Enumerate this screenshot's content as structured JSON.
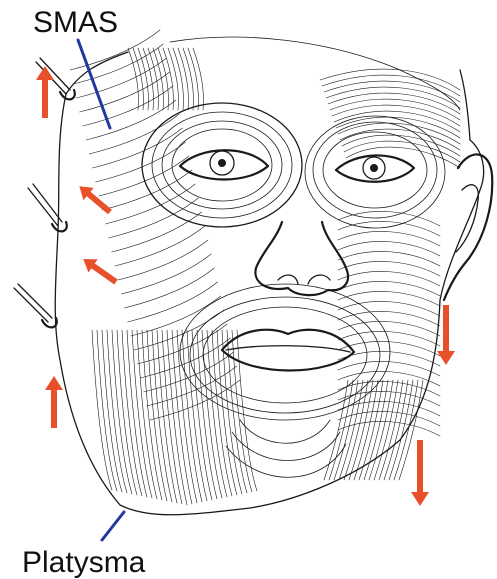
{
  "labels": {
    "smas": "SMAS",
    "platysma": "Platysma"
  },
  "colors": {
    "arrow": "#e8502a",
    "pointer": "#1f3a9c",
    "ink": "#1a1a1a"
  },
  "arrows": {
    "left": [
      "up",
      "up-left",
      "up-left",
      "up"
    ],
    "right": [
      "down",
      "down"
    ]
  },
  "icons": {
    "arrow": "arrow-icon",
    "hook": "retractor-hook-icon"
  }
}
